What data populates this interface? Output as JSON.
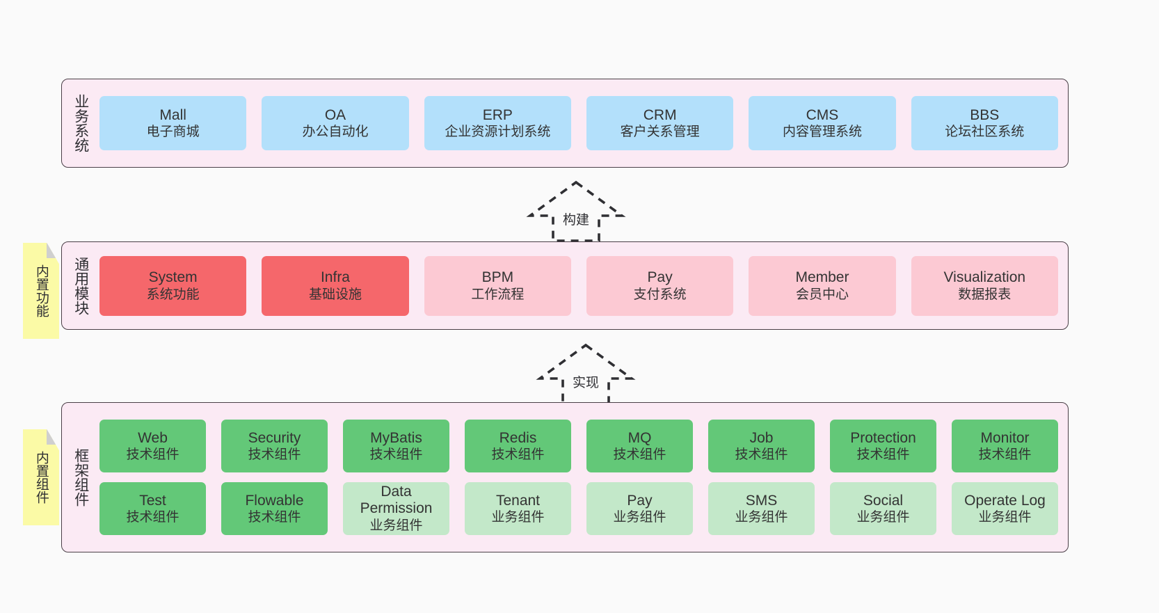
{
  "diagram": {
    "background": "#fafafa",
    "layer_fill": "#fbeaf4",
    "layer_border": "#4a3f47",
    "note_fill": "#fbfaa6",
    "note_fold": "#cfcfcf"
  },
  "layers": [
    {
      "id": "business",
      "title": "业务系统",
      "side_note": null,
      "rows": [
        {
          "cards": [
            {
              "en": "Mall",
              "cn": "电子商城",
              "color": "#b3e0fb",
              "variant": "v-blue"
            },
            {
              "en": "OA",
              "cn": "办公自动化",
              "color": "#b3e0fb",
              "variant": "v-blue"
            },
            {
              "en": "ERP",
              "cn": "企业资源计划系统",
              "color": "#b3e0fb",
              "variant": "v-blue"
            },
            {
              "en": "CRM",
              "cn": "客户关系管理",
              "color": "#b3e0fb",
              "variant": "v-blue"
            },
            {
              "en": "CMS",
              "cn": "内容管理系统",
              "color": "#b3e0fb",
              "variant": "v-blue"
            },
            {
              "en": "BBS",
              "cn": "论坛社区系统",
              "color": "#b3e0fb",
              "variant": "v-blue"
            }
          ]
        }
      ]
    },
    {
      "id": "common-module",
      "title": "通用模块",
      "side_note": "内置功能",
      "rows": [
        {
          "cards": [
            {
              "en": "System",
              "cn": "系统功能",
              "color": "#f5676b",
              "variant": "v-red"
            },
            {
              "en": "Infra",
              "cn": "基础设施",
              "color": "#f5676b",
              "variant": "v-red"
            },
            {
              "en": "BPM",
              "cn": "工作流程",
              "color": "#fcc9d3",
              "variant": "v-pink"
            },
            {
              "en": "Pay",
              "cn": "支付系统",
              "color": "#fcc9d3",
              "variant": "v-pink"
            },
            {
              "en": "Member",
              "cn": "会员中心",
              "color": "#fcc9d3",
              "variant": "v-pink"
            },
            {
              "en": "Visualization",
              "cn": "数据报表",
              "color": "#fcc9d3",
              "variant": "v-pink"
            }
          ]
        }
      ]
    },
    {
      "id": "framework-components",
      "title": "框架组件",
      "side_note": "内置组件",
      "rows": [
        {
          "cards": [
            {
              "en": "Web",
              "cn": "技术组件",
              "color": "#63c878",
              "variant": "v-green"
            },
            {
              "en": "Security",
              "cn": "技术组件",
              "color": "#63c878",
              "variant": "v-green"
            },
            {
              "en": "MyBatis",
              "cn": "技术组件",
              "color": "#63c878",
              "variant": "v-green"
            },
            {
              "en": "Redis",
              "cn": "技术组件",
              "color": "#63c878",
              "variant": "v-green"
            },
            {
              "en": "MQ",
              "cn": "技术组件",
              "color": "#63c878",
              "variant": "v-green"
            },
            {
              "en": "Job",
              "cn": "技术组件",
              "color": "#63c878",
              "variant": "v-green"
            },
            {
              "en": "Protection",
              "cn": "技术组件",
              "color": "#63c878",
              "variant": "v-green"
            },
            {
              "en": "Monitor",
              "cn": "技术组件",
              "color": "#63c878",
              "variant": "v-green"
            }
          ]
        },
        {
          "cards": [
            {
              "en": "Test",
              "cn": "技术组件",
              "color": "#63c878",
              "variant": "v-green"
            },
            {
              "en": "Flowable",
              "cn": "技术组件",
              "color": "#63c878",
              "variant": "v-green"
            },
            {
              "en": "Data Permission",
              "cn": "业务组件",
              "color": "#c3e8c9",
              "variant": "v-lightgreen",
              "wrap": true
            },
            {
              "en": "Tenant",
              "cn": "业务组件",
              "color": "#c3e8c9",
              "variant": "v-lightgreen"
            },
            {
              "en": "Pay",
              "cn": "业务组件",
              "color": "#c3e8c9",
              "variant": "v-lightgreen"
            },
            {
              "en": "SMS",
              "cn": "业务组件",
              "color": "#c3e8c9",
              "variant": "v-lightgreen"
            },
            {
              "en": "Social",
              "cn": "业务组件",
              "color": "#c3e8c9",
              "variant": "v-lightgreen"
            },
            {
              "en": "Operate Log",
              "cn": "业务组件",
              "color": "#c3e8c9",
              "variant": "v-lightgreen"
            }
          ]
        }
      ]
    }
  ],
  "connectors": [
    {
      "id": "build",
      "label": "构建",
      "from": "common-module",
      "to": "business"
    },
    {
      "id": "implement",
      "label": "实现",
      "from": "framework-components",
      "to": "common-module"
    }
  ]
}
